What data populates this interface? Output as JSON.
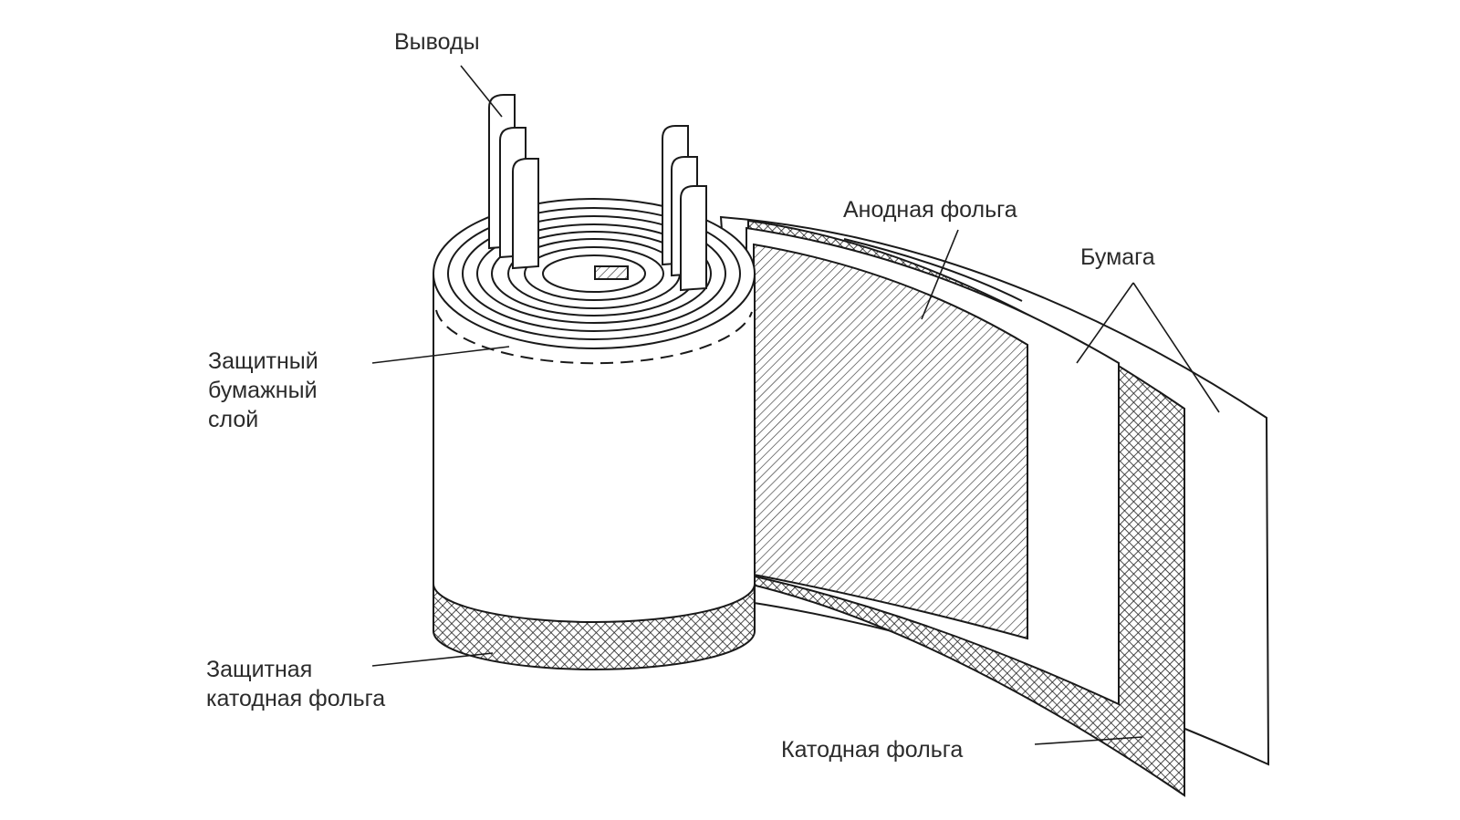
{
  "labels": {
    "leads": "Выводы",
    "anode_foil": "Анодная фольга",
    "paper": "Бумага",
    "protective_paper": [
      "Защитный",
      "бумажный",
      "слой"
    ],
    "protective_cathode": [
      "Защитная",
      "катодная фольга"
    ],
    "cathode_foil": "Катодная фольга"
  },
  "colors": {
    "stroke": "#1a1a1a",
    "background": "#ffffff"
  }
}
